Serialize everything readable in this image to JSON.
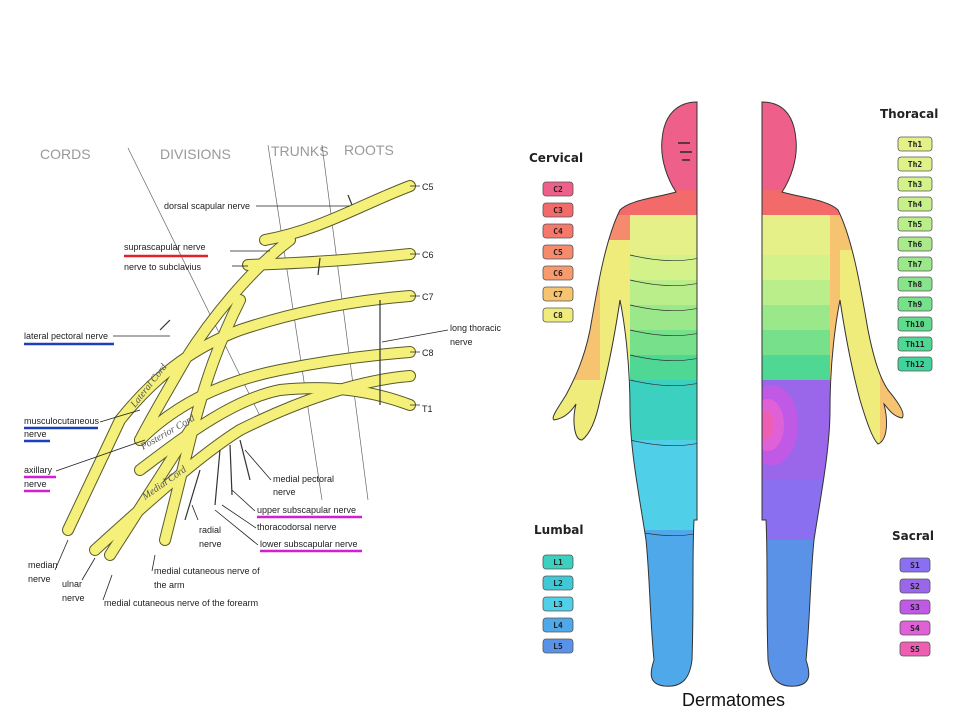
{
  "plexus": {
    "headers": {
      "cords": "CORDS",
      "divisions": "DIVISIONS",
      "trunks": "TRUNKS",
      "roots": "ROOTS"
    },
    "roots": [
      "C5",
      "C6",
      "C7",
      "C8",
      "T1"
    ],
    "cords": {
      "lateral": "Lateral Cord",
      "posterior": "Posterior Cord",
      "medial": "Medial Cord"
    },
    "labels": {
      "dorsal_scapular": "dorsal scapular nerve",
      "suprascapular": "suprascapular nerve",
      "subclavius": "nerve to subclavius",
      "lateral_pectoral": "lateral pectoral nerve",
      "long_thoracic_1": "long thoracic",
      "long_thoracic_2": "nerve",
      "musculocutaneous_1": "musculocutaneous",
      "musculocutaneous_2": "nerve",
      "axillary_1": "axillary",
      "axillary_2": "nerve",
      "medial_pectoral_1": "medial pectoral",
      "medial_pectoral_2": "nerve",
      "upper_subscapular": "upper subscapular nerve",
      "thoracodorsal": "thoracodorsal nerve",
      "lower_subscapular": "lower subscapular nerve",
      "radial_1": "radial",
      "radial_2": "nerve",
      "median_1": "median",
      "median_2": "nerve",
      "ulnar_1": "ulnar",
      "ulnar_2": "nerve",
      "med_cut_arm_1": "medial cutaneous nerve of",
      "med_cut_arm_2": "the arm",
      "med_cut_forearm": "medial cutaneous nerve of the forearm"
    },
    "colors": {
      "nerve": "#f4f07a",
      "nerve_outline": "#5a5a2a",
      "red": "#e0202a",
      "blue": "#1f3fb8",
      "magenta": "#d21fd2"
    }
  },
  "dermatomes": {
    "caption": "Dermatomes",
    "groups": {
      "cervical": {
        "title": "Cervical",
        "levels": [
          "C2",
          "C3",
          "C4",
          "C5",
          "C6",
          "C7",
          "C8"
        ],
        "colors": [
          "#ee5f8a",
          "#f26a6a",
          "#f5786a",
          "#f68a6c",
          "#f79a6e",
          "#f6c470",
          "#f0ec7c"
        ]
      },
      "thoracic": {
        "title": "Thoracal",
        "levels": [
          "Th1",
          "Th2",
          "Th3",
          "Th4",
          "Th5",
          "Th6",
          "Th7",
          "Th8",
          "Th9",
          "Th10",
          "Th11",
          "Th12"
        ],
        "colors": [
          "#e6f088",
          "#dff288",
          "#d4f28a",
          "#c8f08a",
          "#b9ee8a",
          "#aaea8a",
          "#9ae88a",
          "#88e48a",
          "#76e08a",
          "#5edc8c",
          "#4ed894",
          "#40d49c"
        ]
      },
      "lumbar": {
        "title": "Lumbal",
        "levels": [
          "L1",
          "L2",
          "L3",
          "L4",
          "L5"
        ],
        "colors": [
          "#3cd0c0",
          "#40c8d6",
          "#50cfe8",
          "#4fa8ea",
          "#5a92e8"
        ]
      },
      "sacral": {
        "title": "Sacral",
        "levels": [
          "S1",
          "S2",
          "S3",
          "S4",
          "S5"
        ],
        "colors": [
          "#8a6ff0",
          "#9a66ea",
          "#c05ae6",
          "#e060d8",
          "#ee5fb4"
        ]
      }
    }
  }
}
